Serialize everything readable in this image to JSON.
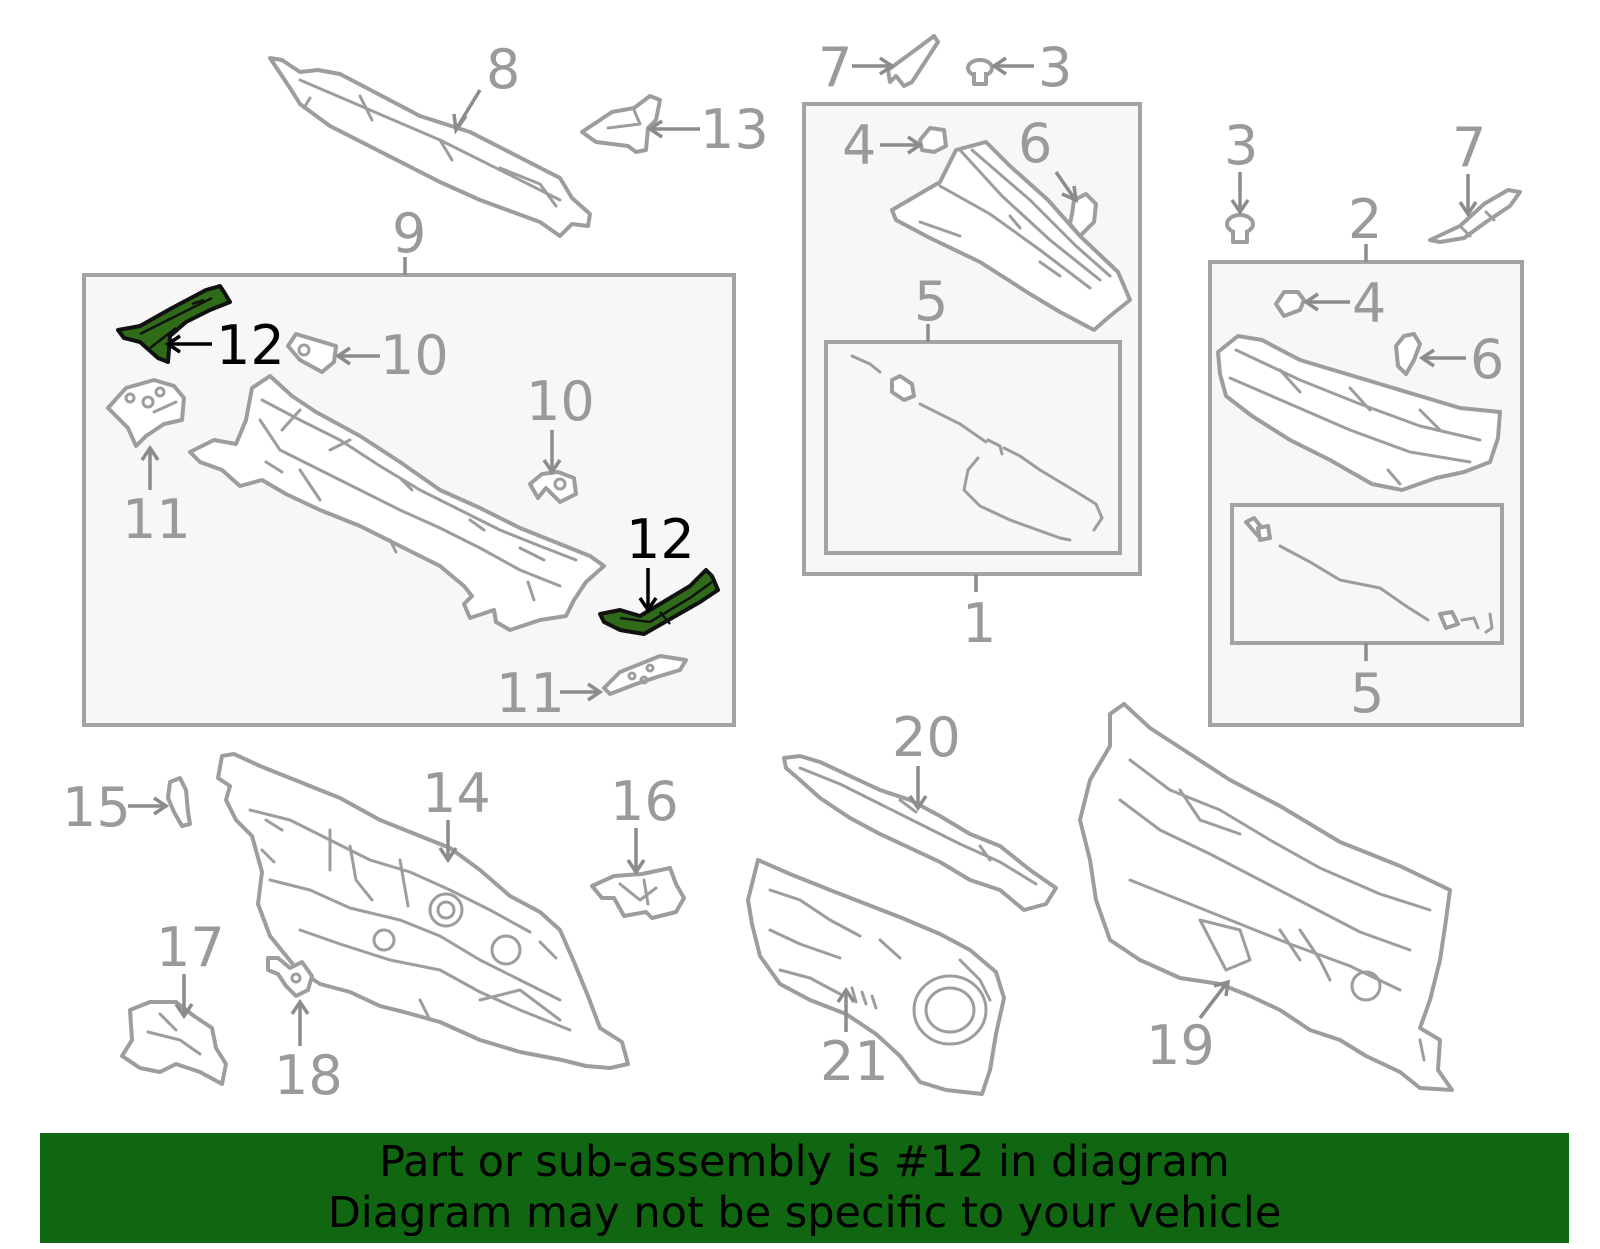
{
  "diagram": {
    "highlight_color": "#2f6b18",
    "line_color": "#9d9d9d",
    "callouts": {
      "c8": "8",
      "c13": "13",
      "c7a": "7",
      "c3a": "3",
      "c4a": "4",
      "c6a": "6",
      "c5a": "5",
      "c1": "1",
      "c3b": "3",
      "c7b": "7",
      "c2": "2",
      "c4b": "4",
      "c6b": "6",
      "c5b": "5",
      "c9": "9",
      "c12a": "12",
      "c10a": "10",
      "c10b": "10",
      "c11a": "11",
      "c12b": "12",
      "c11b": "11",
      "c20": "20",
      "c15": "15",
      "c14": "14",
      "c16": "16",
      "c17": "17",
      "c18": "18",
      "c21": "21",
      "c19": "19"
    }
  },
  "banner": {
    "background": "#116611",
    "line1": "Part or sub-assembly is #12 in diagram",
    "line2": "Diagram may not be specific to your vehicle"
  }
}
